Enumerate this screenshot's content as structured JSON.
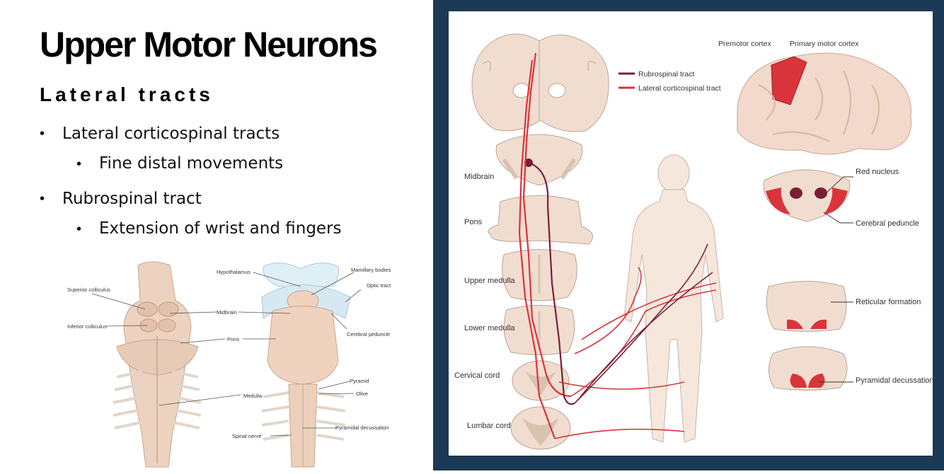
{
  "slide": {
    "title": "Upper Motor Neurons",
    "subtitle": "Lateral tracts",
    "bullets": [
      {
        "text": "Lateral corticospinal tracts",
        "sub": "Fine distal movements"
      },
      {
        "text": "Rubrospinal tract",
        "sub": "Extension of wrist and fingers"
      }
    ]
  },
  "brainstem_figure": {
    "labels": {
      "superior_colliculus": "Superior colliculus",
      "inferior_colliculus": "Inferior colliculus",
      "hypothalamus": "Hypothalamus",
      "mamillary_bodies": "Mamillary bodies",
      "optic_tract": "Optic tract",
      "midbrain": "Midbrain",
      "pons": "Pons",
      "cerebral_peduncle": "Cerebral peduncle",
      "pyramid": "Pyramid",
      "olive": "Olive",
      "medulla": "Medulla",
      "pyramidal_decussation": "Pyramidal decussation",
      "spinal_nerve": "Spinal nerve"
    }
  },
  "pathway_figure": {
    "legend": {
      "rubrospinal": "Rubrospinal tract",
      "lateral_corticospinal": "Lateral corticospinal tract"
    },
    "levels": {
      "midbrain": "Midbrain",
      "pons": "Pons",
      "upper_medulla": "Upper medulla",
      "lower_medulla": "Lower medulla",
      "cervical_cord": "Cervical cord",
      "lumbar_cord": "Lumbar cord"
    },
    "cortex": {
      "premotor": "Premotor cortex",
      "primary_motor": "Primary motor cortex"
    },
    "sections": {
      "red_nucleus": "Red nucleus",
      "cerebral_peduncle": "Cerebral peduncle",
      "reticular_formation": "Reticular formation",
      "pyramidal_decussation": "Pyramidal decussation"
    },
    "colors": {
      "rubrospinal": "#7a1e36",
      "corticospinal": "#d9343b",
      "frame": "#1c3956",
      "tissue": "#f1ddd0",
      "gray_matter": "#d8c3b0"
    }
  }
}
